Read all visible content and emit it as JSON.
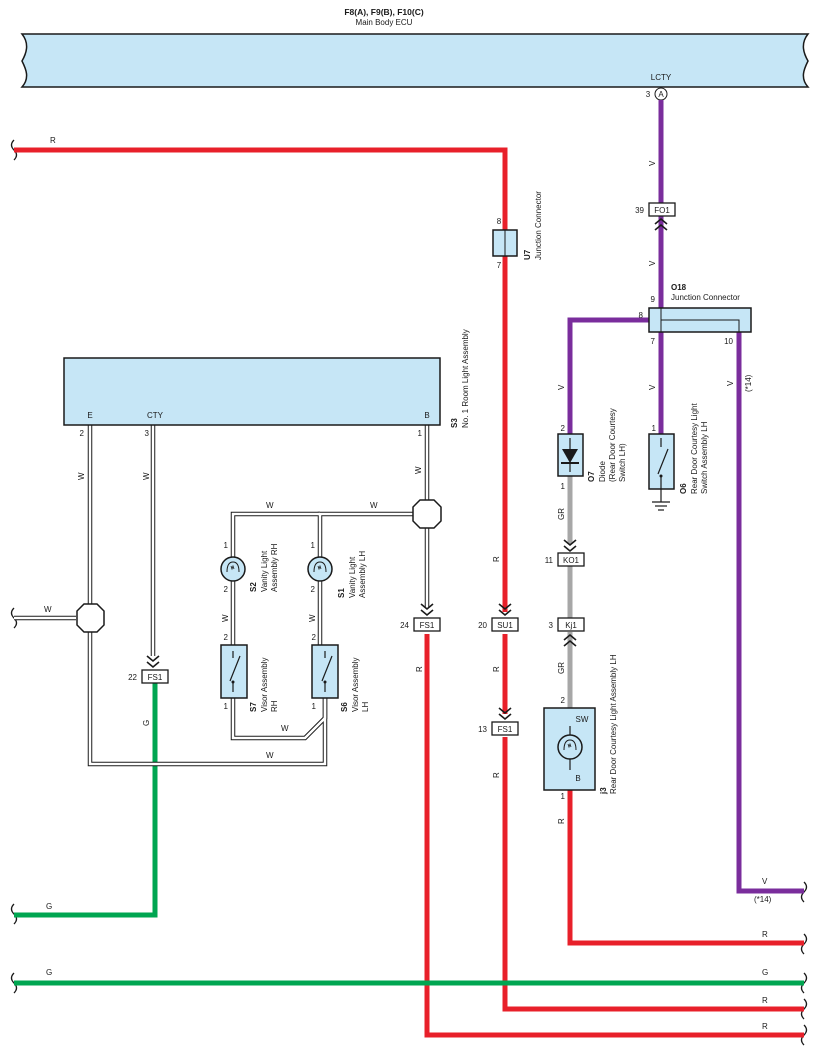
{
  "ecu": {
    "title": "F8(A), F9(B), F10(C)",
    "subtitle": "Main Body ECU",
    "terminal": "LCTY",
    "pin": "3",
    "connector_letter": "A"
  },
  "room_light": {
    "code": "S3",
    "name": "No. 1 Room Light Assembly",
    "terminals": [
      {
        "name": "E",
        "pin": "2"
      },
      {
        "name": "CTY",
        "pin": "3"
      },
      {
        "name": "B",
        "pin": "1"
      }
    ]
  },
  "junction_u7": {
    "code": "U7",
    "name": "Junction Connector",
    "pin_top": "8",
    "pin_bottom": "7"
  },
  "junction_o18": {
    "code": "O18",
    "name": "Junction Connector",
    "pins": [
      "9",
      "8",
      "7",
      "10"
    ]
  },
  "connectors": {
    "fo1": {
      "name": "FO1",
      "pin": "39"
    },
    "ko1": {
      "name": "KO1",
      "pin": "11"
    },
    "kj1": {
      "name": "Kj1",
      "pin": "3"
    },
    "fs1_a": {
      "name": "FS1",
      "pin": "24"
    },
    "su1": {
      "name": "SU1",
      "pin": "20"
    },
    "fs1_b": {
      "name": "FS1",
      "pin": "13"
    },
    "fs1_c": {
      "name": "FS1",
      "pin": "22"
    }
  },
  "components": {
    "s2": {
      "code": "S2",
      "line1": "Vanity Light",
      "line2": "Assembly RH",
      "pin_top": "1",
      "pin_bottom": "2"
    },
    "s1": {
      "code": "S1",
      "line1": "Vanity Light",
      "line2": "Assembly LH",
      "pin_top": "1",
      "pin_bottom": "2"
    },
    "s7": {
      "code": "S7",
      "line1": "Visor Assembly",
      "line2": "RH",
      "pin_top": "2",
      "pin_bottom": "1"
    },
    "s6": {
      "code": "S6",
      "line1": "Visor Assembly",
      "line2": "LH",
      "pin_top": "2",
      "pin_bottom": "1"
    },
    "o7": {
      "code": "O7",
      "line1": "Diode",
      "line2": "(Rear Door Courtesy",
      "line3": "Switch LH)",
      "pin_top": "2",
      "pin_bottom": "1"
    },
    "o6": {
      "code": "O6",
      "line1": "Rear Door Courtesy Light",
      "line2": "Switch Assembly LH",
      "pin_top": "1"
    },
    "j3": {
      "code": "j3",
      "name": "Rear Door Courtesy Light Assembly LH",
      "pin_top": "2",
      "pin_bottom": "1",
      "term_top": "SW",
      "term_bottom": "B"
    }
  },
  "wire_colors": {
    "R": "#e8202a",
    "V": "#7a2d9c",
    "G": "#00a651",
    "W": "#ffffff",
    "GR": "#a7a7a7"
  },
  "wire_labels": {
    "r": "R",
    "v": "V",
    "g": "G",
    "w": "W",
    "gr": "GR",
    "note14": "(*14)"
  }
}
